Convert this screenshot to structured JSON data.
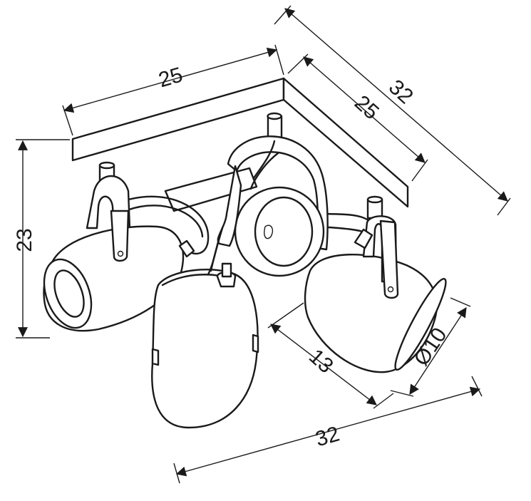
{
  "dimensions": {
    "top_width": "25",
    "top_depth": "25",
    "top_diagonal": "32",
    "height": "23",
    "spot_length": "13",
    "spot_diameter": "Ø10",
    "bottom_span": "32"
  },
  "colors": {
    "stroke": "#1a1a1a",
    "background": "#ffffff"
  }
}
